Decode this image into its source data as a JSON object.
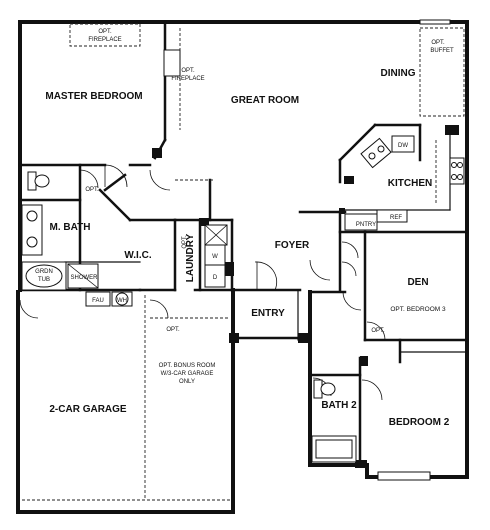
{
  "rooms": {
    "master_bedroom": "MASTER BEDROOM",
    "opt_fireplace_master_1": "OPT.",
    "opt_fireplace_master_2": "FIREPLACE",
    "great_room": "GREAT ROOM",
    "opt_fireplace_great_1": "OPT.",
    "opt_fireplace_great_2": "FIREPLACE",
    "dining": "DINING",
    "opt_buffet_1": "OPT.",
    "opt_buffet_2": "BUFFET",
    "kitchen": "KITCHEN",
    "dw": "DW",
    "pntry": "PNTRY",
    "ref": "REF",
    "m_bath": "M. BATH",
    "opt_mbath": "OPT.",
    "grdn_tub_1": "GRDN",
    "grdn_tub_2": "TUB",
    "shower": "SHOWER",
    "wic": "W.I.C.",
    "laundry": "LAUNDRY",
    "opt_laundry": "OPT.",
    "washer": "W",
    "dryer": "D",
    "fau": "FAU",
    "wh": "WH",
    "foyer": "FOYER",
    "entry": "ENTRY",
    "den": "DEN",
    "opt_bedroom_3": "OPT. BEDROOM 3",
    "opt_den": "OPT.",
    "garage": "2-CAR GARAGE",
    "opt_garage": "OPT.",
    "bonus_1": "OPT. BONUS ROOM",
    "bonus_2": "W/3-CAR GARAGE",
    "bonus_3": "ONLY",
    "bath_2": "BATH 2",
    "bedroom_2": "BEDROOM 2"
  }
}
